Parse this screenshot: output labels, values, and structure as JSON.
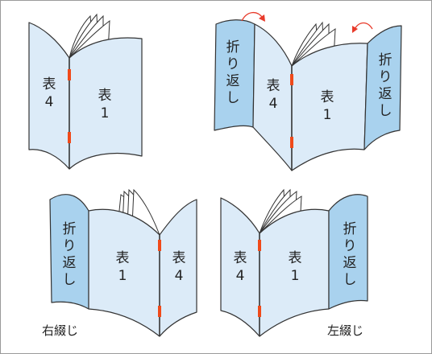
{
  "colors": {
    "cover_fill": "#dcebf8",
    "flap_fill": "#a9d2ee",
    "stitch": "#f04a1a",
    "arrow": "#e83a2a",
    "outline": "#333333"
  },
  "diagram": {
    "book1": {
      "back_cover_top": "表",
      "back_cover_bottom": "4",
      "front_cover_top": "表",
      "front_cover_bottom": "1"
    },
    "book2": {
      "left_flap": [
        "折",
        "り",
        "返",
        "し"
      ],
      "back_cover_top": "表",
      "back_cover_bottom": "4",
      "front_cover_top": "表",
      "front_cover_bottom": "1",
      "right_flap": [
        "折",
        "り",
        "返",
        "し"
      ]
    },
    "book3": {
      "left_flap": [
        "折",
        "り",
        "返",
        "し"
      ],
      "front_cover_top": "表",
      "front_cover_bottom": "1",
      "back_cover_top": "表",
      "back_cover_bottom": "4",
      "caption": "右綴じ"
    },
    "book4": {
      "back_cover_top": "表",
      "back_cover_bottom": "4",
      "front_cover_top": "表",
      "front_cover_bottom": "1",
      "right_flap": [
        "折",
        "り",
        "返",
        "し"
      ],
      "caption": "左綴じ"
    }
  },
  "icons": [
    "rotate-arrow-icon",
    "rotate-arrow-icon"
  ]
}
